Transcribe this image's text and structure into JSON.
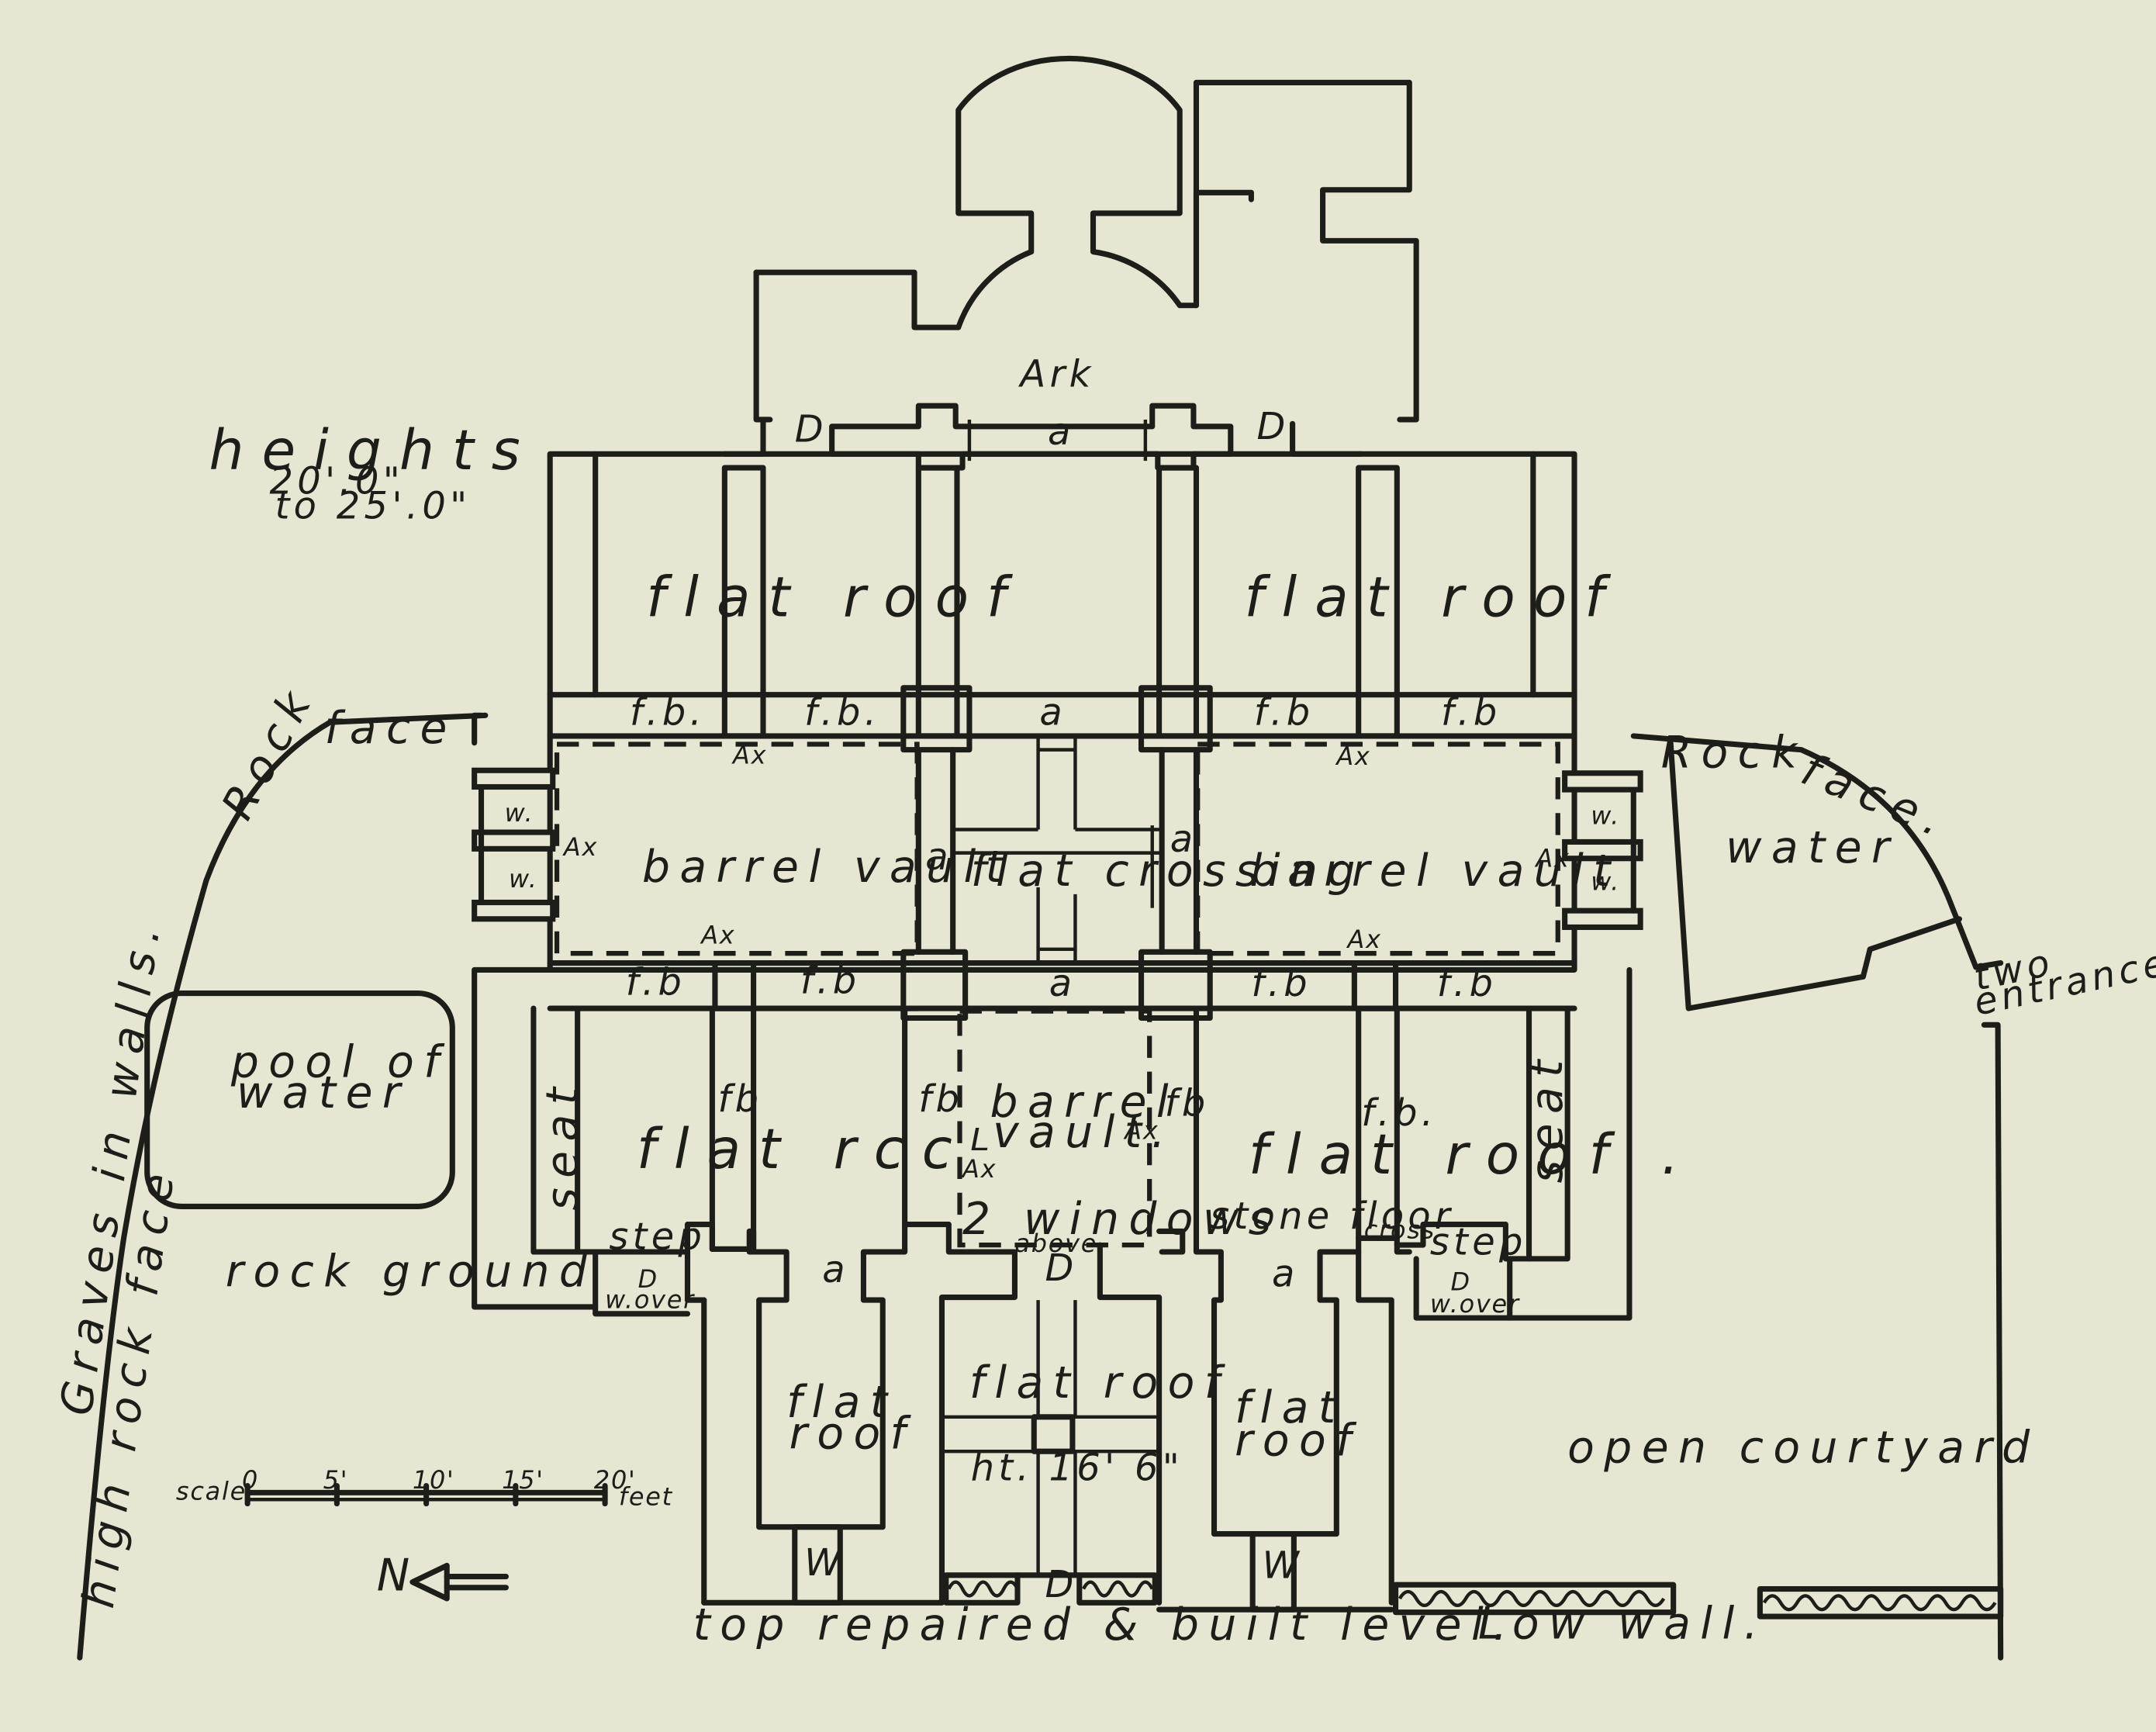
{
  "labels": {
    "ark": "Ark",
    "door": "D",
    "arch": "a",
    "flat_roof": "flat roof",
    "fb": "f.b.",
    "fb_short": "f.b",
    "fb_compact": "fb",
    "fb_vertical": "f.b.",
    "ax": "Ax",
    "window": "w.",
    "window_plain": "W",
    "barrel_vault": "barrel vault",
    "barrel_vault_center_1": "barrel",
    "barrel_vault_center_2": "vault.",
    "flat_crossing": "flat crossing",
    "flat_rcc": "flat  rccᴸ",
    "flat_roof_dot": "flat roof .",
    "seat": "seat",
    "step": "step",
    "stone_floor": "stone floor",
    "cross": "cross",
    "w_over": "w.over",
    "two_windows_1": "2 windows",
    "two_windows_2": "above",
    "flat_roof_split_1": "flat",
    "flat_roof_split_2": "roof",
    "height_entrance": "ht. 16' 6\"",
    "pool_1": "pool of",
    "pool_2": "water",
    "water": "water",
    "rock_ground": "rock ground",
    "rock": "Rock",
    "face": "face",
    "face_dot": "face.",
    "graves": "Graves in walls.",
    "high_rock_face": "high rock face",
    "heights_title": "heights",
    "heights_line1": "20'.0\"",
    "heights_line2": "to 25'.0\"",
    "two_entrances_1": "two",
    "two_entrances_2": "entrances",
    "open_courtyard": "open courtyard",
    "top_repaired": "top repaired & built level.",
    "low_wall": "Low wall.",
    "north": "N"
  },
  "scale": {
    "label": "scale",
    "unit": "feet",
    "ticks": [
      "0",
      "5'",
      "10'",
      "15'",
      "20'"
    ]
  }
}
